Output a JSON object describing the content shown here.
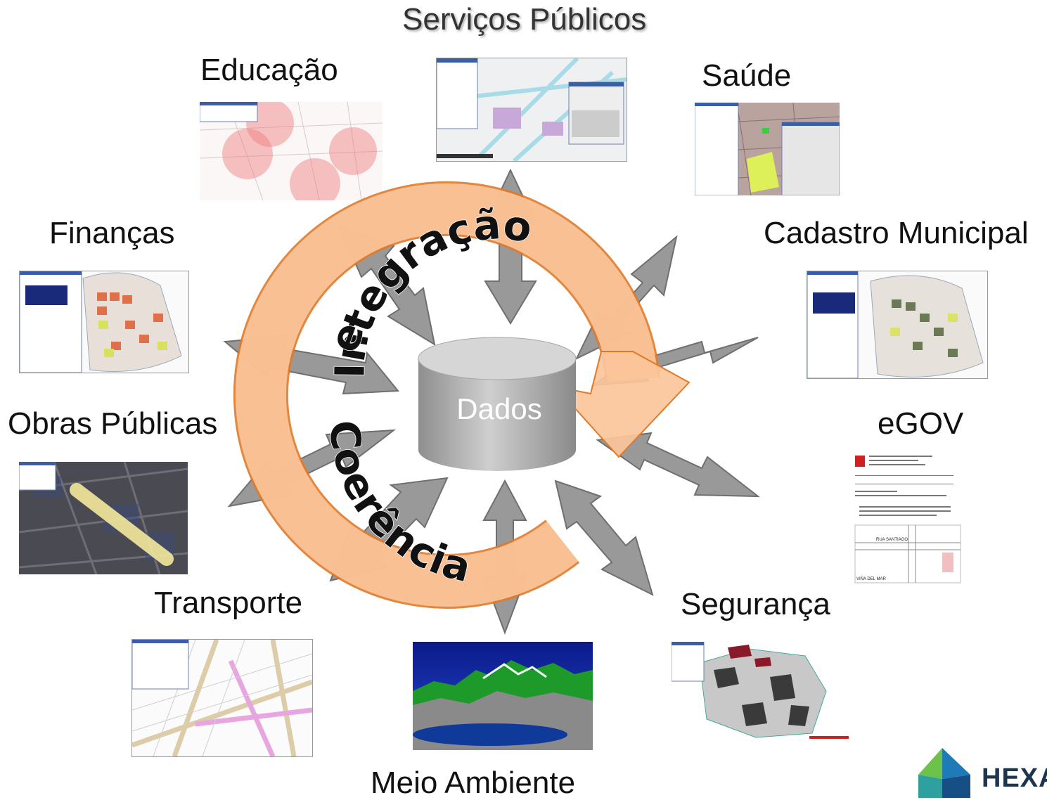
{
  "center": {
    "cylinder_label": "Dados",
    "ring_text_top": "Integração",
    "ring_text_left": "e",
    "ring_text_bottom": "Coerência"
  },
  "labels": {
    "servicos_publicos": "Serviços Públicos",
    "educacao": "Educação",
    "saude": "Saúde",
    "financas": "Finanças",
    "cadastro_municipal": "Cadastro Municipal",
    "obras_publicas": "Obras Públicas",
    "egov": "eGOV",
    "transporte": "Transporte",
    "seguranca": "Segurança",
    "meio_ambiente": "Meio Ambiente"
  },
  "egov_doc": {
    "street_1": "RUA SANTIAGO",
    "street_2": "VIÑA DEL MAR"
  },
  "logo": {
    "text": "HEXA"
  },
  "colors": {
    "ring_fill": "#fbc49a",
    "ring_stroke": "#e07a2a",
    "arrow_fill": "#9a9a9a",
    "cylinder": "#b5b5b5",
    "logo_green": "#6cc24a",
    "logo_blue": "#1f7ab8"
  }
}
